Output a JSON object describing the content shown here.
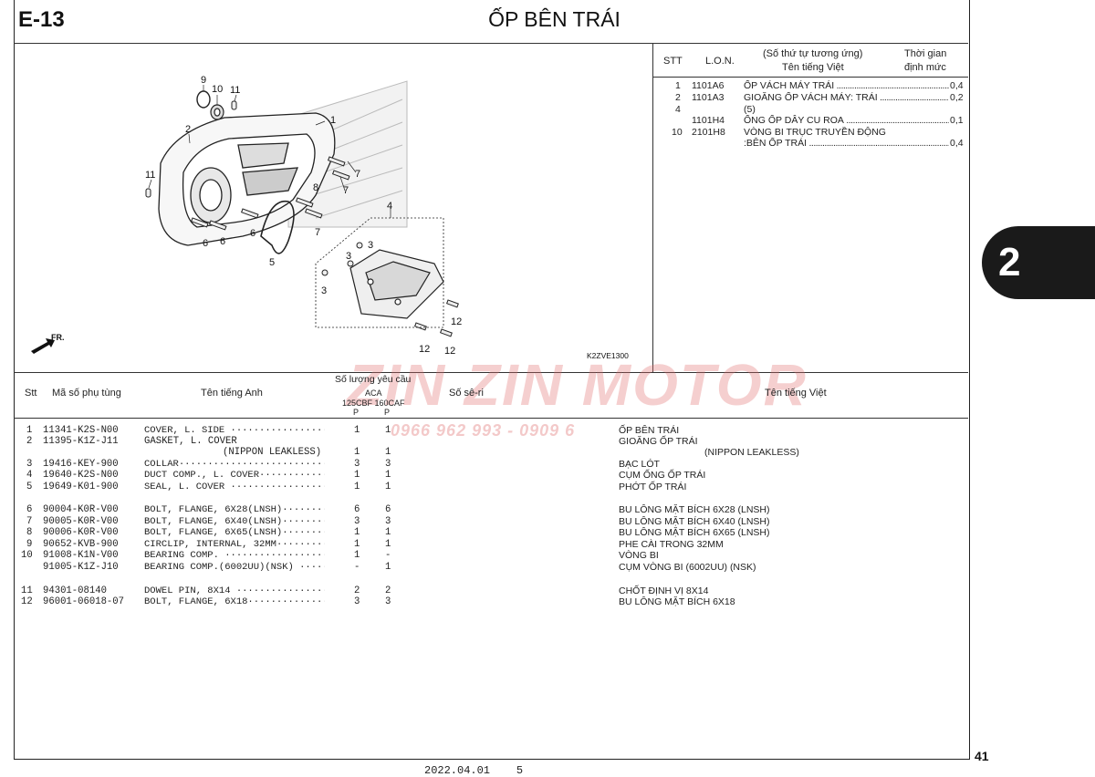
{
  "header": {
    "code": "E-13",
    "title": "ỐP BÊN TRÁI"
  },
  "section_tab": "2",
  "page_number": "41",
  "footer_text": "2022.04.01    5",
  "watermark": {
    "brand": "ZIN ZIN MOTOR",
    "phone": "0966 962 993 - 0909 6"
  },
  "diagram": {
    "figure_code": "K2ZVE1300",
    "direction_label": "FR.",
    "callouts": [
      "1",
      "2",
      "3",
      "3",
      "3",
      "4",
      "5",
      "6",
      "6",
      "6",
      "7",
      "7",
      "7",
      "8",
      "9",
      "10",
      "11",
      "11",
      "12",
      "12",
      "12"
    ]
  },
  "ref_table": {
    "headers": {
      "stt": "STT",
      "lon": "L.O.N.",
      "name_top": "(Số thứ tự tương ứng)",
      "name_bottom": "Tên tiếng Việt",
      "time_top": "Thời gian",
      "time_bottom": "định mức"
    },
    "rows": [
      {
        "stt": "1",
        "lon": "1101A6",
        "name": "ỐP VÁCH MÁY TRÁI",
        "value": "0,4"
      },
      {
        "stt": "2",
        "lon": "1101A3",
        "name": "GIOĂNG ỐP VÁCH MÁY: TRÁI",
        "value": "0,2"
      },
      {
        "stt": "4",
        "lon": "",
        "name": "(5)",
        "value": ""
      },
      {
        "stt": "",
        "lon": "1101H4",
        "name": "ỐNG ỐP DÂY CU ROA",
        "value": "0,1"
      },
      {
        "stt": "10",
        "lon": "2101H8",
        "name": "VÒNG BI TRỤC TRUYỀN ĐỘNG",
        "value": ""
      },
      {
        "stt": "",
        "lon": "",
        "name": ":BÊN ỐP TRÁI",
        "value": "0,4"
      }
    ]
  },
  "parts_table": {
    "headers": {
      "stt": "Stt",
      "part_no": "Mã số phụ tùng",
      "name_en": "Tên tiếng Anh",
      "qty_title": "Số lượng yêu cầu",
      "qty_group": "ACA",
      "qty_cols": "125CBF 160CAF",
      "qty_p1": "P",
      "qty_p2": "P",
      "serial": "Số sê-ri",
      "name_vn": "Tên tiếng Việt"
    },
    "rows": [
      {
        "no": "1",
        "part": "11341-K2S-N00",
        "en": "COVER, L. SIDE",
        "q1": "1",
        "q2": "1",
        "vn": "ỐP BÊN TRÁI"
      },
      {
        "no": "2",
        "part": "11395-K1Z-J11",
        "en": "GASKET, L. COVER",
        "q1": "",
        "q2": "",
        "vn": "GIOĂNG ỐP TRÁI"
      },
      {
        "no": "",
        "part": "",
        "en": "(NIPPON LEAKLESS)",
        "q1": "1",
        "q2": "1",
        "vn": "(NIPPON LEAKLESS)"
      },
      {
        "no": "3",
        "part": "19416-KEY-900",
        "en": "COLLAR",
        "q1": "3",
        "q2": "3",
        "vn": "BẠC LÓT"
      },
      {
        "no": "4",
        "part": "19640-K2S-N00",
        "en": "DUCT COMP., L. COVER",
        "q1": "1",
        "q2": "1",
        "vn": "CỤM ỐNG ỐP TRÁI"
      },
      {
        "no": "5",
        "part": "19649-K01-900",
        "en": "SEAL, L. COVER",
        "q1": "1",
        "q2": "1",
        "vn": "PHỚT ỐP TRÁI"
      },
      {
        "no": "6",
        "part": "90004-K0R-V00",
        "en": "BOLT, FLANGE, 6X28(LNSH)",
        "q1": "6",
        "q2": "6",
        "vn": "BU LÔNG MẶT BÍCH 6X28 (LNSH)"
      },
      {
        "no": "7",
        "part": "90005-K0R-V00",
        "en": "BOLT, FLANGE, 6X40(LNSH)",
        "q1": "3",
        "q2": "3",
        "vn": "BU LÔNG MẶT BÍCH 6X40 (LNSH)"
      },
      {
        "no": "8",
        "part": "90006-K0R-V00",
        "en": "BOLT, FLANGE, 6X65(LNSH)",
        "q1": "1",
        "q2": "1",
        "vn": "BU LÔNG MẶT BÍCH 6X65 (LNSH)"
      },
      {
        "no": "9",
        "part": "90652-KVB-900",
        "en": "CIRCLIP, INTERNAL, 32MM",
        "q1": "1",
        "q2": "1",
        "vn": "PHE CÀI TRONG 32MM"
      },
      {
        "no": "10",
        "part": "91008-K1N-V00",
        "en": "BEARING COMP.",
        "q1": "1",
        "q2": "-",
        "vn": "VÒNG BI"
      },
      {
        "no": "",
        "part": "91005-K1Z-J10",
        "en": "BEARING COMP.(6002UU)(NSK)",
        "q1": "-",
        "q2": "1",
        "vn": "CỤM VÒNG BI (6002UU) (NSK)"
      },
      {
        "no": "11",
        "part": "94301-08140",
        "en": "DOWEL PIN, 8X14",
        "q1": "2",
        "q2": "2",
        "vn": "CHỐT ĐỊNH VỊ 8X14"
      },
      {
        "no": "12",
        "part": "96001-06018-07",
        "en": "BOLT, FLANGE, 6X18",
        "q1": "3",
        "q2": "3",
        "vn": "BU LÔNG MẶT BÍCH 6X18"
      }
    ]
  }
}
